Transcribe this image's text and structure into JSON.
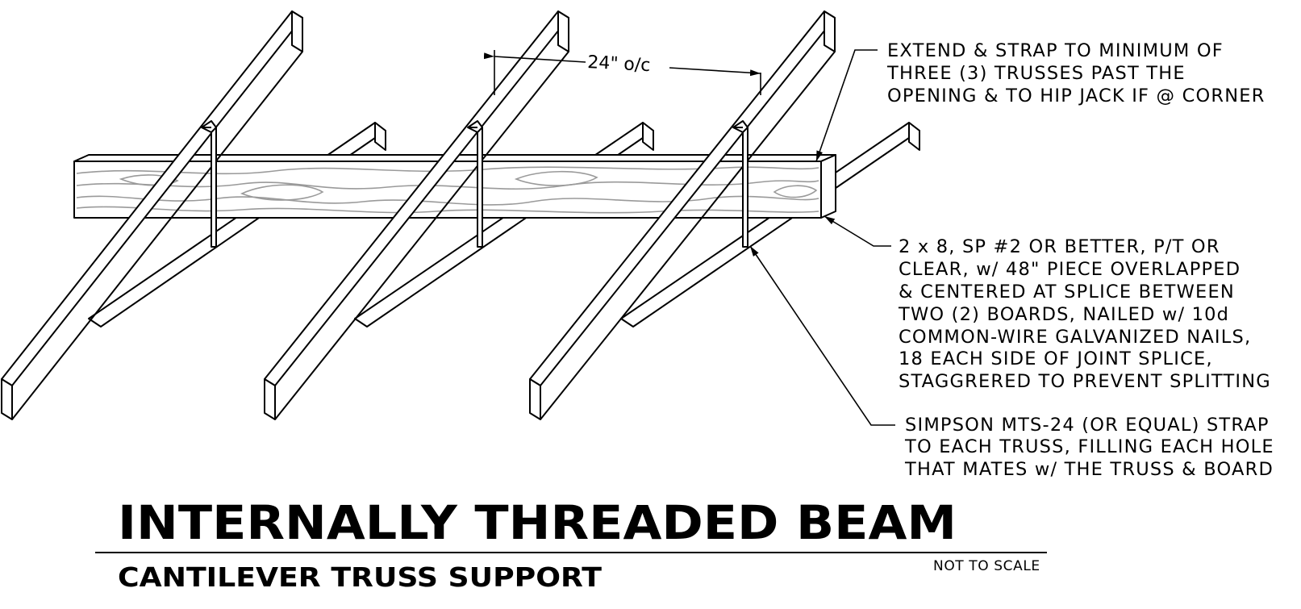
{
  "drawing": {
    "dimension_label": "24\" o/c",
    "notes": {
      "extend_strap": [
        "EXTEND & STRAP TO MINIMUM OF",
        "THREE (3) TRUSSES PAST THE",
        "OPENING & TO HIP JACK IF @ CORNER"
      ],
      "board_spec": [
        "2 x 8, SP #2 OR BETTER, P/T OR",
        "CLEAR, w/ 48\" PIECE OVERLAPPED",
        "& CENTERED AT SPLICE BETWEEN",
        "TWO (2) BOARDS, NAILED w/ 10d",
        "COMMON-WIRE GALVANIZED NAILS,",
        "18 EACH SIDE OF JOINT SPLICE,",
        "STAGGRERED TO PREVENT SPLITTING"
      ],
      "strap_spec": [
        "SIMPSON MTS-24 (OR EQUAL) STRAP",
        "TO EACH TRUSS, FILLING EACH HOLE",
        "THAT MATES w/ THE TRUSS & BOARD"
      ]
    }
  },
  "title_block": {
    "title": "INTERNALLY THREADED BEAM",
    "subtitle": "CANTILEVER TRUSS SUPPORT",
    "scale_note": "NOT TO SCALE"
  }
}
